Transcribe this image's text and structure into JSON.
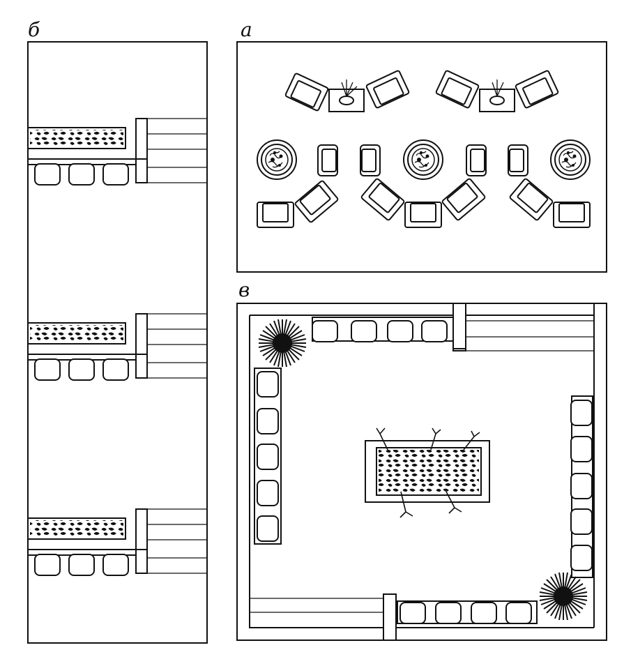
{
  "panels": {
    "a": {
      "label": "а"
    },
    "b": {
      "label": "б"
    },
    "v": {
      "label": "в"
    }
  },
  "colors": {
    "ink": "#111111",
    "paper": "#ffffff"
  }
}
